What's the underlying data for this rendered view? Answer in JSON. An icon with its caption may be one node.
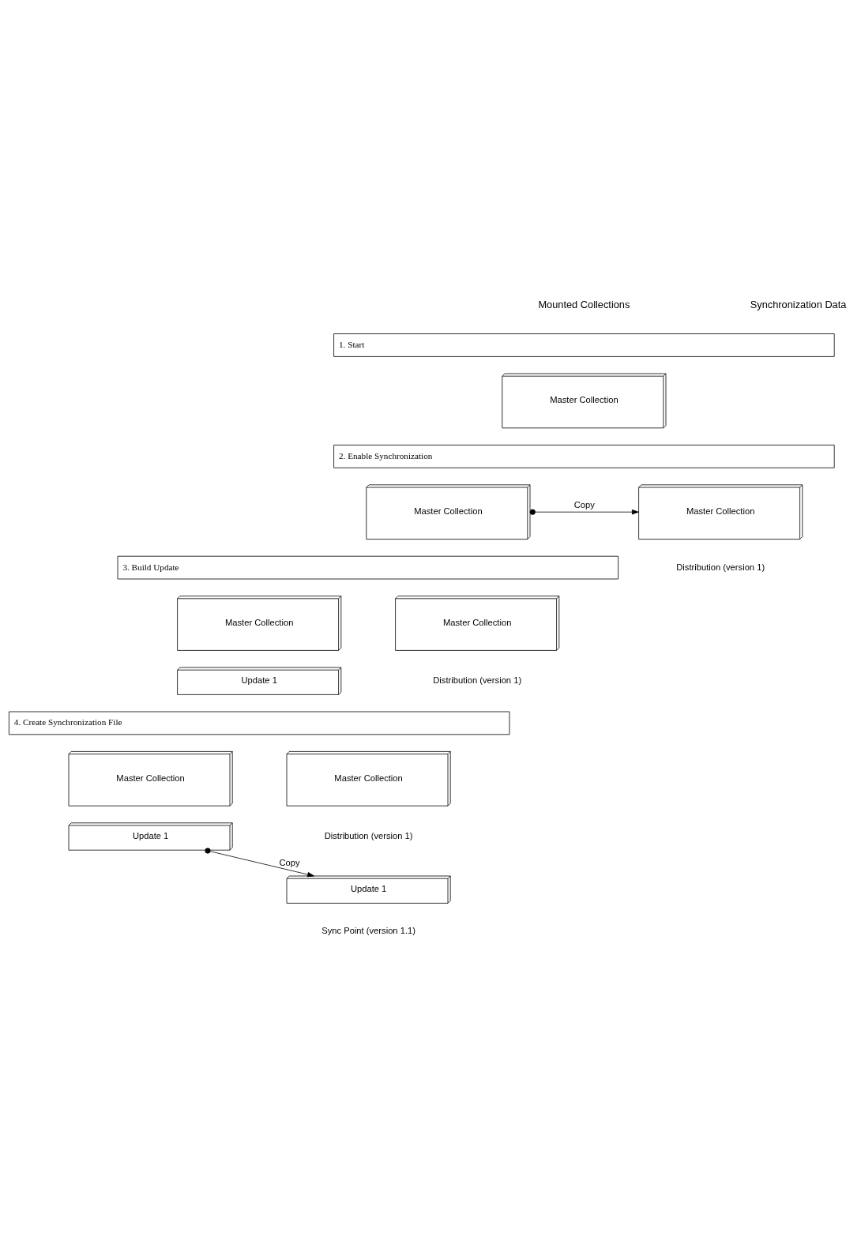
{
  "diagram": {
    "nodes": [
      {
        "text": [
          "1. Start"
        ]
      },
      {
        "text": [
          "Master Collection"
        ]
      },
      {
        "text": [
          "2. Enable Synchronization"
        ]
      },
      {
        "text": [
          "Master Collection"
        ]
      },
      {
        "text": [
          "Master Collection"
        ],
        "beside": [
          "Distribution (version 1)"
        ]
      },
      {
        "text": [
          "3. Build Update"
        ]
      },
      {
        "text": [
          "Master Collection"
        ]
      },
      {
        "text": [
          "Master Collection"
        ],
        "beside": [
          "Distribution (version 1)"
        ]
      },
      {
        "text": [
          "Update 1"
        ]
      },
      {
        "text": [
          "4. Create Synchronization File"
        ]
      },
      {
        "text": [
          "Master Collection"
        ]
      },
      {
        "text": [
          "Master Collection"
        ],
        "beside": [
          "Distribution (version 1)"
        ]
      },
      {
        "text": [
          "Update 1"
        ]
      },
      {
        "text": [
          "Update 1"
        ],
        "beside": [
          "Sync Point (version 1.1)"
        ]
      }
    ],
    "edges": [
      {
        "from": 3,
        "to": 4,
        "arrow": "to",
        "label": "Copy"
      },
      {
        "from": 12,
        "to": 13,
        "arrow": "to",
        "label": "Copy"
      }
    ],
    "labels": [
      "Mounted Collections",
      "Synchronization Data"
    ]
  }
}
